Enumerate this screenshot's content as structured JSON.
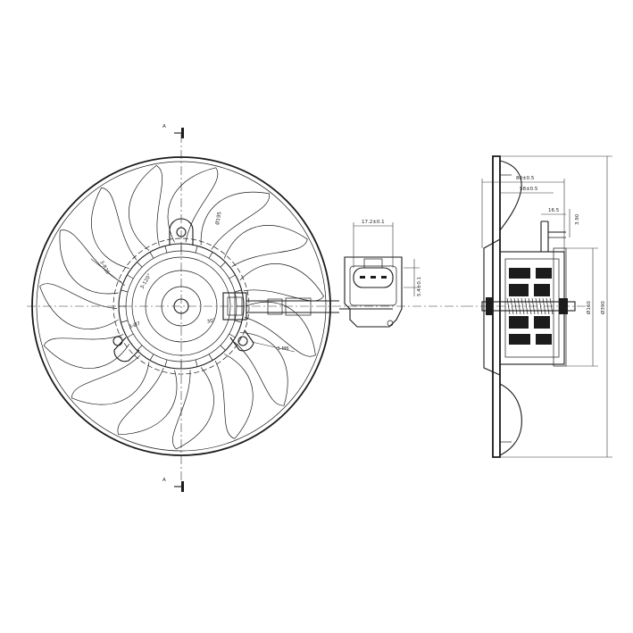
{
  "section_markers": {
    "top": "A",
    "bottom": "A"
  },
  "front_view": {
    "dim_ring": "Ø195",
    "dim_arc_left": "3-R25",
    "dim_angle_a": "3-120°",
    "dim_angle_b": "30°",
    "dim_hub": "3-Ø7",
    "dim_side": "3-M6"
  },
  "connector_detail": {
    "dim_width": "17.2±0.1",
    "dim_height": "5.4±0.1"
  },
  "side_view": {
    "dim_top_a": "80±0.5",
    "dim_top_b": "58±0.5",
    "dim_top_c": "16.5",
    "dim_top_d": "3.90",
    "dim_motor": "Ø160",
    "dim_fan": "Ø390"
  }
}
